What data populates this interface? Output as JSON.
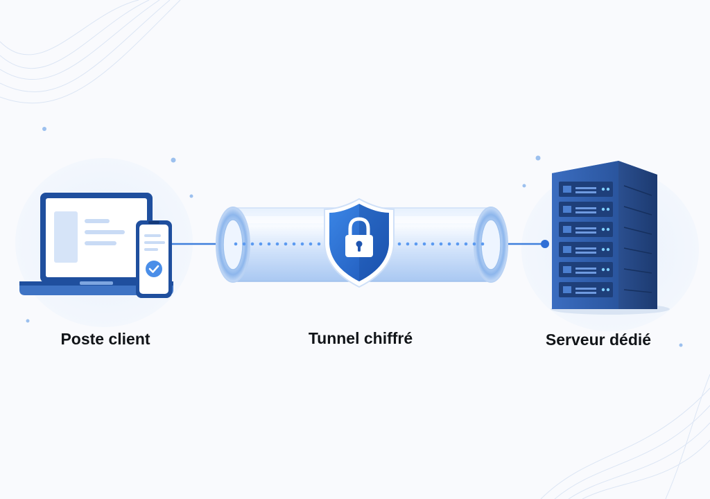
{
  "diagram": {
    "nodes": [
      {
        "id": "client",
        "label": "Poste client",
        "icon": "laptop-and-phone-icon"
      },
      {
        "id": "tunnel",
        "label": "Tunnel chiffré",
        "icon": "shield-lock-icon"
      },
      {
        "id": "server",
        "label": "Serveur dédié",
        "icon": "server-rack-icon"
      }
    ],
    "edges": [
      {
        "from": "client",
        "to": "tunnel"
      },
      {
        "from": "tunnel",
        "to": "server"
      }
    ]
  },
  "colors": {
    "background": "#f9fafd",
    "accent_blue": "#2f6fd6",
    "dark_blue": "#1f4f9e",
    "tunnel_light": "#d6e6fb",
    "label_text": "#111418"
  }
}
